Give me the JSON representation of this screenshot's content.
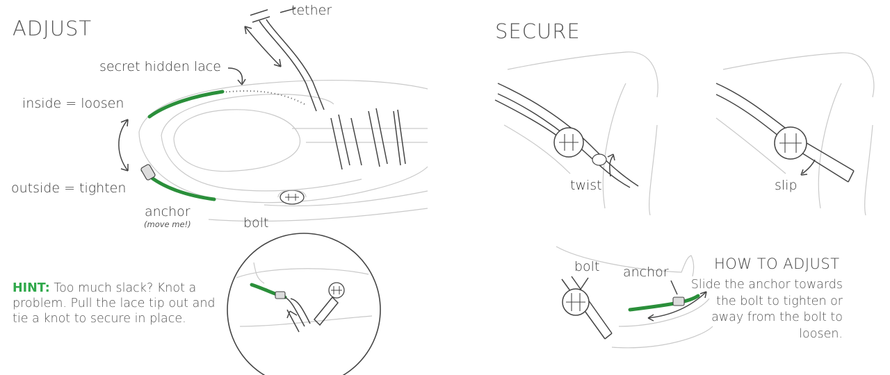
{
  "adjust": {
    "heading": "ADJUST",
    "tether": "tether",
    "secret_lace": "secret hidden lace",
    "inside": "inside = loosen",
    "outside": "outside = tighten",
    "anchor": "anchor",
    "anchor_note": "(move me!)",
    "bolt": "bolt"
  },
  "hint": {
    "label": "HINT:",
    "text": "Too much slack? Knot a problem. Pull the lace tip out and tie a knot to secure in place."
  },
  "secure": {
    "heading": "SECURE",
    "twist": "twist",
    "slip": "slip"
  },
  "howto": {
    "bolt": "bolt",
    "anchor": "anchor",
    "title": "HOW TO ADJUST",
    "body": "Slide the anchor towards the bolt to tighten or away from the bolt to loosen."
  },
  "colors": {
    "lace_green": "#2a8f3a",
    "hint_green": "#2fa84a"
  }
}
